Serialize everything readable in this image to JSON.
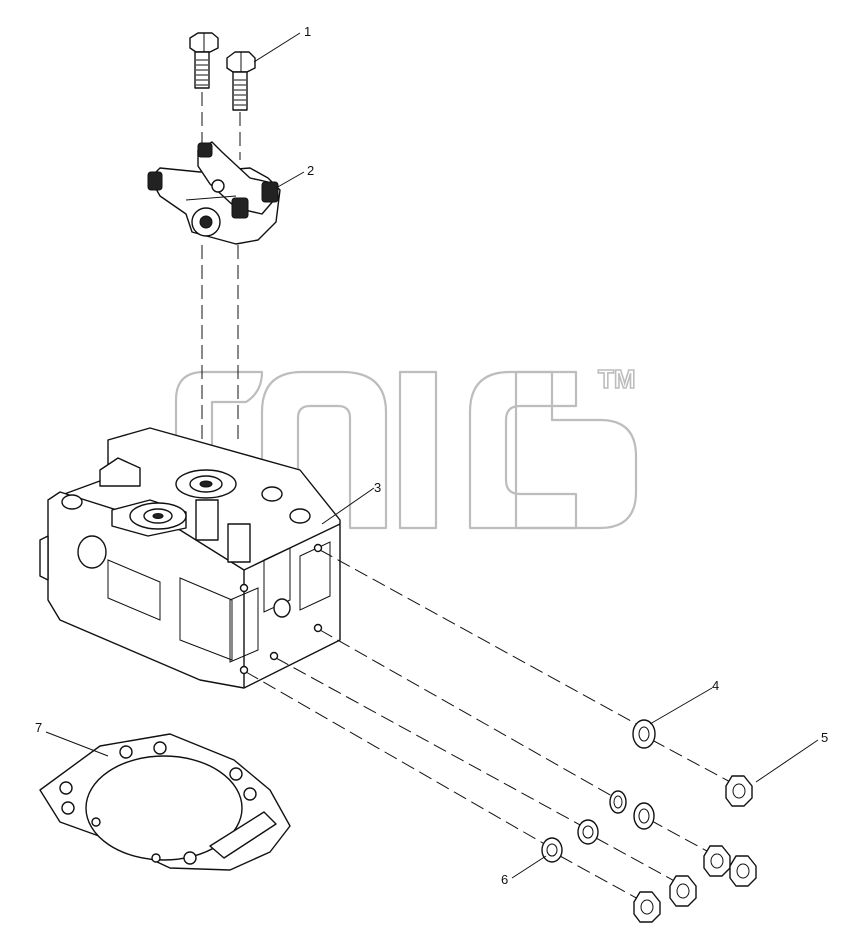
{
  "watermark": {
    "trademark": "TM"
  },
  "callouts": [
    {
      "id": "1",
      "label": "1"
    },
    {
      "id": "2",
      "label": "2"
    },
    {
      "id": "3",
      "label": "3"
    },
    {
      "id": "4",
      "label": "4"
    },
    {
      "id": "5",
      "label": "5"
    },
    {
      "id": "6",
      "label": "6"
    },
    {
      "id": "7",
      "label": "7"
    }
  ]
}
